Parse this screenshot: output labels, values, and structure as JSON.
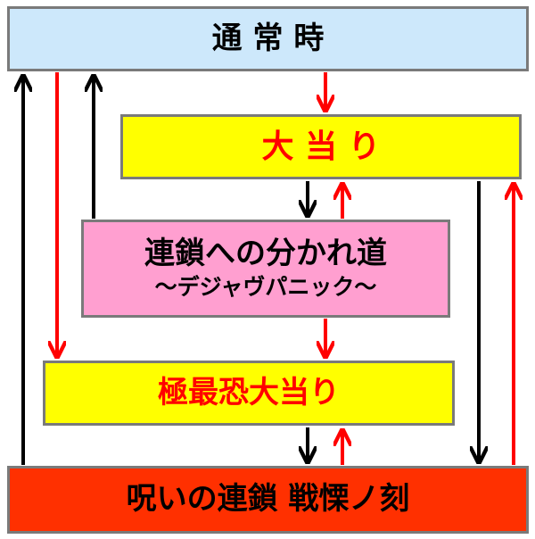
{
  "colors": {
    "normal_fill": "#cde8fb",
    "yellow_fill": "#ffff00",
    "pink_fill": "#ff9fd0",
    "red_fill": "#ff3000",
    "red_text": "#ff0000",
    "black_text": "#000000",
    "red_arrow": "#ff0000",
    "black_arrow": "#000000",
    "border": "#7a7a7a"
  },
  "nodes": {
    "normal": {
      "label": "通 常 時"
    },
    "big_win": {
      "label": "大 当 り"
    },
    "branch": {
      "label": "連鎖への分かれ道",
      "sublabel": "～デジャヴパニック～"
    },
    "extreme": {
      "label": "極最恐大当り"
    },
    "curse": {
      "label": "呪いの連鎖 戦慄ノ刻"
    }
  },
  "edges": [
    {
      "from": "normal",
      "to": "big_win",
      "color": "red"
    },
    {
      "from": "big_win",
      "to": "branch",
      "color": "black"
    },
    {
      "from": "branch",
      "to": "big_win",
      "color": "red"
    },
    {
      "from": "branch",
      "to": "extreme",
      "color": "red"
    },
    {
      "from": "normal",
      "to": "extreme",
      "color": "red"
    },
    {
      "from": "branch",
      "to": "normal",
      "color": "black"
    },
    {
      "from": "curse",
      "to": "normal",
      "color": "black"
    },
    {
      "from": "extreme",
      "to": "curse",
      "color": "black"
    },
    {
      "from": "curse",
      "to": "extreme",
      "color": "red"
    },
    {
      "from": "big_win",
      "to": "curse",
      "color": "black"
    },
    {
      "from": "curse",
      "to": "big_win",
      "color": "red"
    }
  ]
}
